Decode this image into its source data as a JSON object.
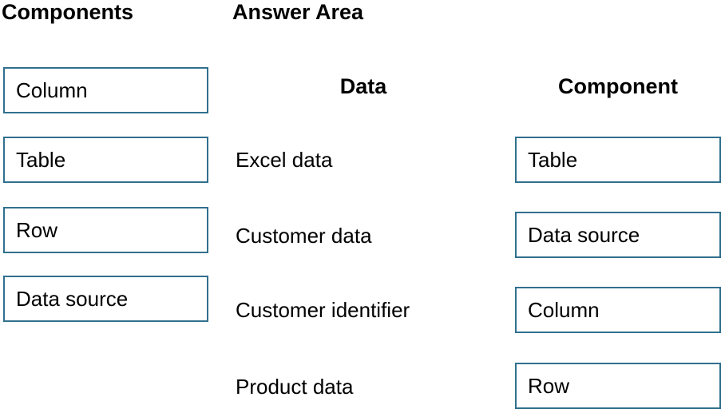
{
  "components_panel": {
    "title": "Components",
    "items": [
      {
        "label": "Column"
      },
      {
        "label": "Table"
      },
      {
        "label": "Row"
      },
      {
        "label": "Data source"
      }
    ]
  },
  "answer_area": {
    "title": "Answer Area",
    "data_header": "Data",
    "component_header": "Component",
    "rows": [
      {
        "data": "Excel data",
        "component": "Table"
      },
      {
        "data": "Customer data",
        "component": "Data source"
      },
      {
        "data": "Customer identifier",
        "component": "Column"
      },
      {
        "data": "Product data",
        "component": "Row"
      }
    ]
  },
  "colors": {
    "box_border": "#31708E",
    "text": "#000000",
    "background": "#FFFFFF"
  }
}
